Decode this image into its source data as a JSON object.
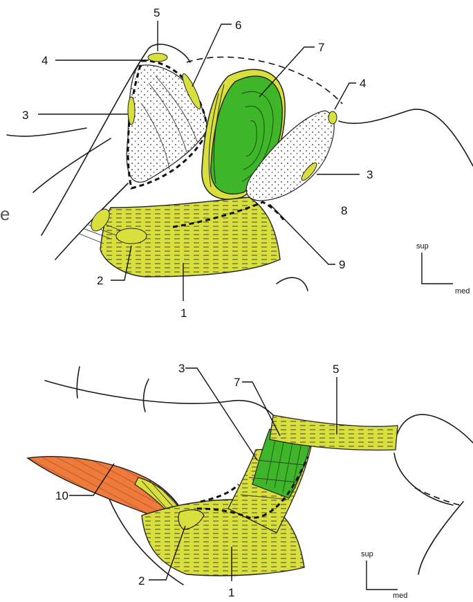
{
  "top_panel": {
    "labels": {
      "l1": "1",
      "l2": "2",
      "l3a": "3",
      "l3b": "3",
      "l4a": "4",
      "l4b": "4",
      "l5": "5",
      "l6": "6",
      "l7": "7",
      "l8": "8",
      "l9": "9",
      "stray": "e"
    },
    "orientation": {
      "sup": "sup",
      "med": "med"
    }
  },
  "bottom_panel": {
    "labels": {
      "l1": "1",
      "l2": "2",
      "l3": "3",
      "l5": "5",
      "l7": "7",
      "l10": "10"
    },
    "orientation": {
      "sup": "sup",
      "med": "med"
    }
  },
  "colors": {
    "ligament_yellow": "#d9df3c",
    "muscle_green": "#3fb52a",
    "dark_green": "#2e8f1e",
    "muscle_orange": "#ee7a3c",
    "stipple_bg": "#ffffff",
    "ink": "#111111"
  }
}
